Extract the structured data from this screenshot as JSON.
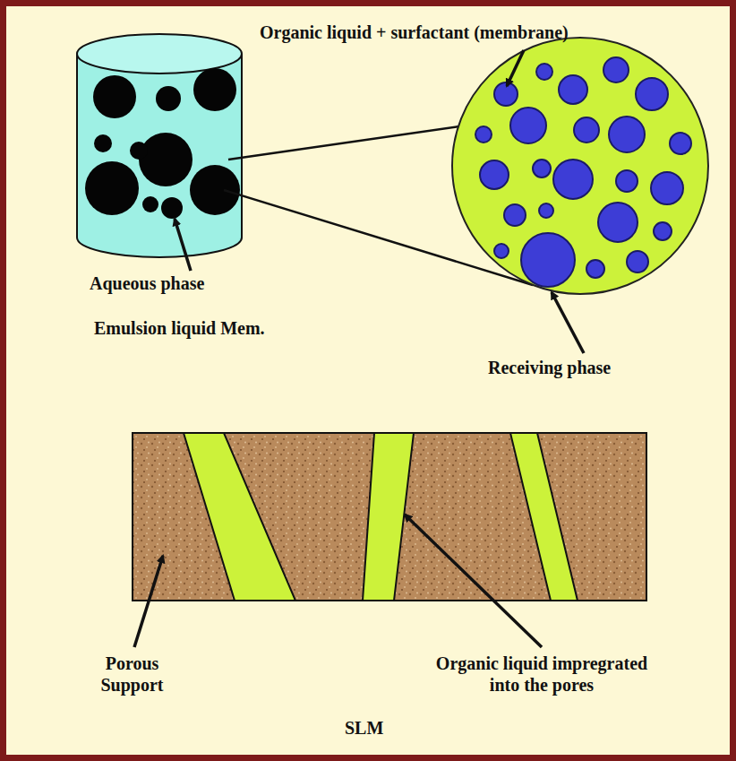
{
  "diagram": {
    "labels": [
      "Organic liquid + surfactant (membrane)",
      "Aqueous phase",
      "Emulsion liquid Mem.",
      "Receiving phase",
      "Porous Support",
      "Organic liquid impregrated into the pores",
      "SLM"
    ]
  }
}
